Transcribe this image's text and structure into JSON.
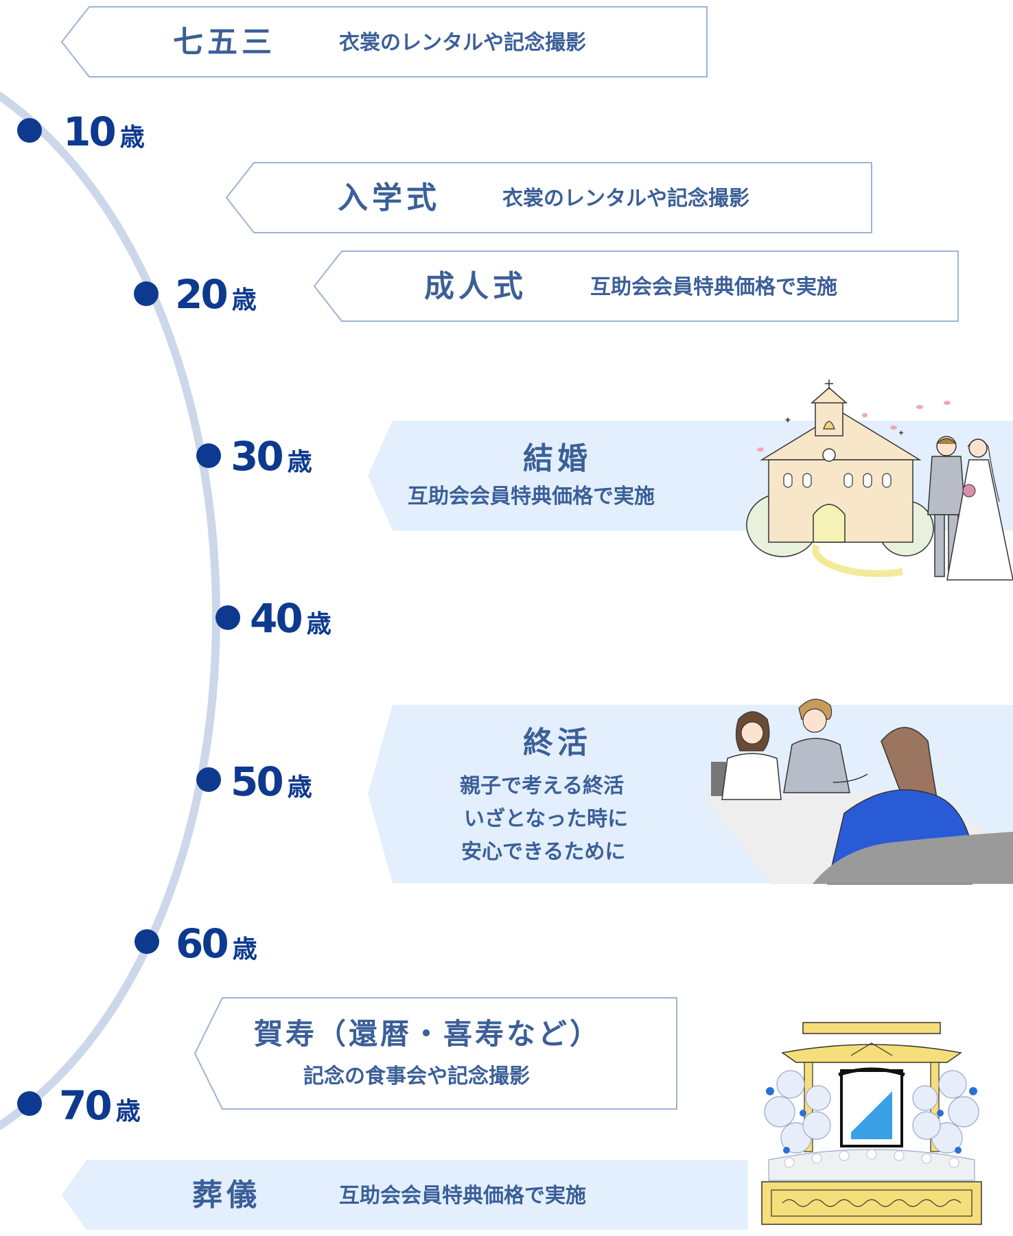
{
  "timeline": {
    "unit": "歳",
    "ages": [
      "10",
      "20",
      "30",
      "40",
      "50",
      "60",
      "70"
    ]
  },
  "events": {
    "shichigosan": {
      "title": "七五三",
      "desc": "衣裳のレンタルや記念撮影"
    },
    "nyugakushiki": {
      "title": "入学式",
      "desc": "衣裳のレンタルや記念撮影"
    },
    "seijinshiki": {
      "title": "成人式",
      "desc": "互助会会員特典価格で実施"
    },
    "kekkon": {
      "title": "結婚",
      "desc": "互助会会員特典価格で実施"
    },
    "shukatsu": {
      "title": "終活",
      "lines": [
        "親子で考える終活",
        "いざとなった時に",
        "安心できるために"
      ]
    },
    "gaju": {
      "title": "賀寿（還暦・喜寿など）",
      "desc": "記念の食事会や記念撮影"
    },
    "sogi": {
      "title": "葬儀",
      "desc": "互助会会員特典価格で実施"
    }
  },
  "colors": {
    "dot": "#0d3a8f",
    "arc": "#cdd7ea",
    "text": "#3b5f98",
    "outline_border": "#9fb2d4",
    "filled_bg": "#e3effc"
  },
  "icons": {
    "wedding": "church-couple-illustration",
    "shukatsu": "consultation-meeting-illustration",
    "sogi": "funeral-altar-illustration"
  }
}
